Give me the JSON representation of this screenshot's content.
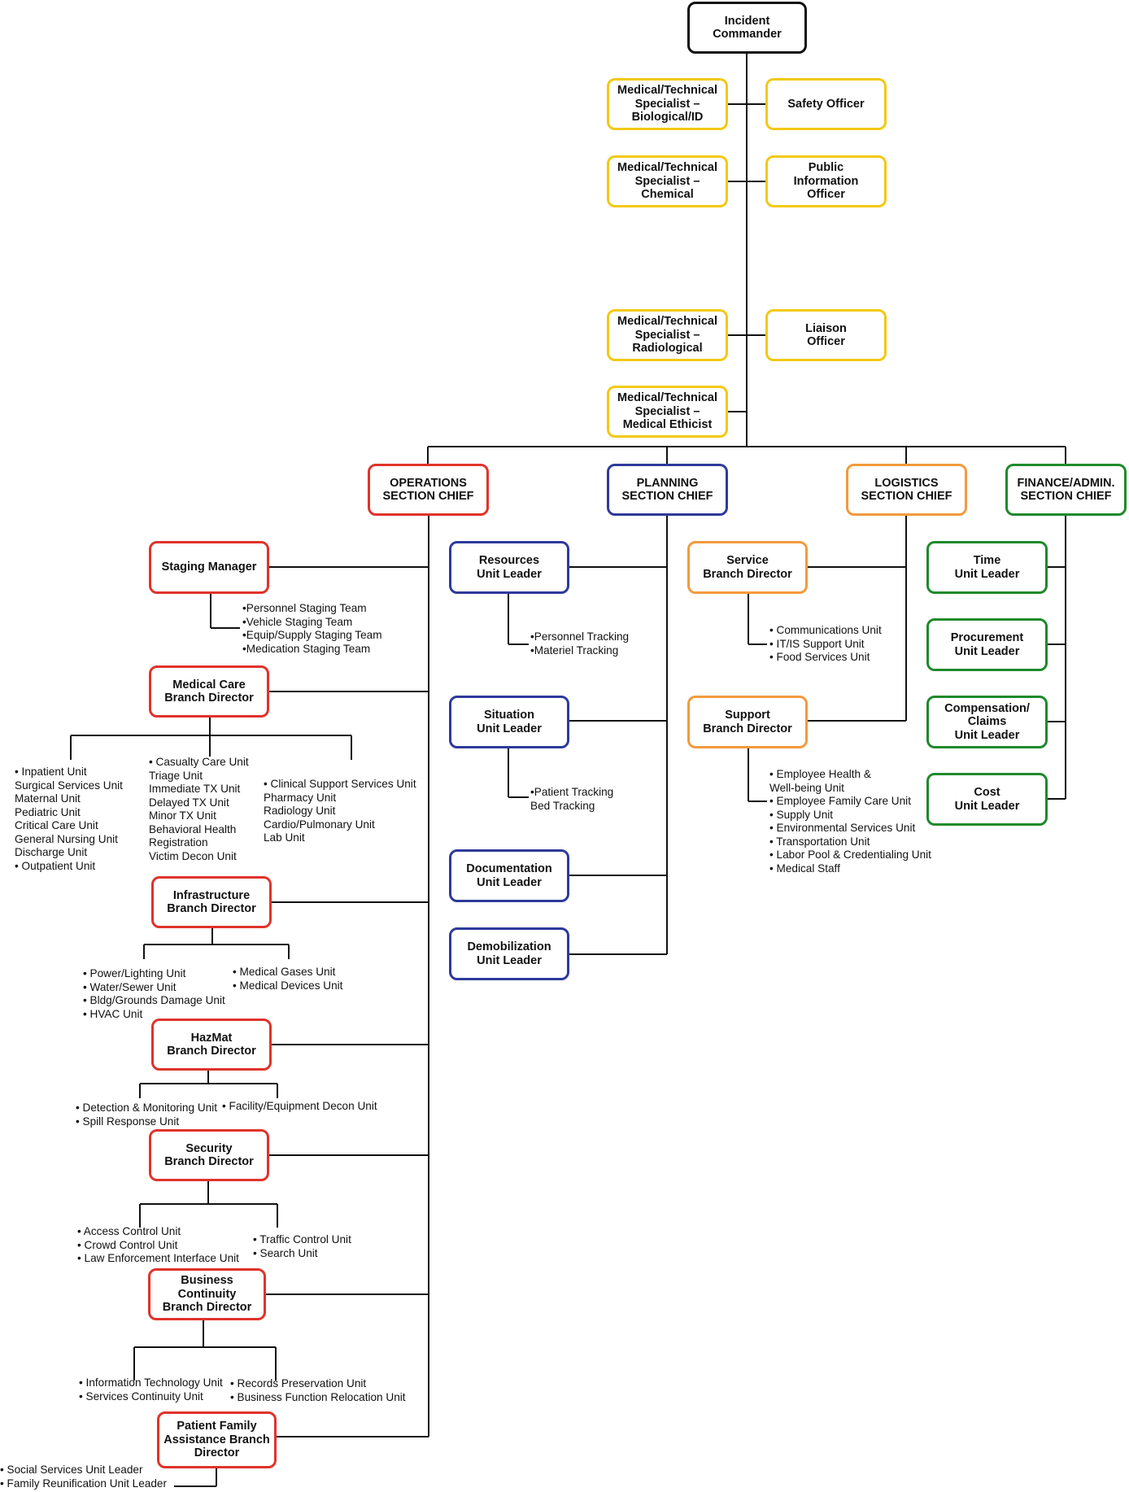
{
  "colors": {
    "command": "#111111",
    "command_staff": "#f2c913",
    "operations": "#e0332b",
    "planning": "#2e3a9b",
    "logistics": "#f39a3d",
    "finance": "#1f8a2b",
    "connector": "#111111"
  },
  "boxes": {
    "incident_commander": "Incident\nCommander",
    "spec_biological": "Medical/Technical\nSpecialist –\nBiological/ID",
    "safety_officer": "Safety Officer",
    "spec_chemical": "Medical/Technical\nSpecialist –\nChemical",
    "public_info_officer": "Public\nInformation\nOfficer",
    "spec_radiological": "Medical/Technical\nSpecialist –\nRadiological",
    "liaison_officer": "Liaison\nOfficer",
    "spec_ethicist": "Medical/Technical\nSpecialist –\nMedical Ethicist",
    "operations_chief": "OPERATIONS\nSECTION CHIEF",
    "planning_chief": "PLANNING\nSECTION CHIEF",
    "logistics_chief": "LOGISTICS\nSECTION CHIEF",
    "finance_chief": "FINANCE/ADMIN.\nSECTION CHIEF",
    "staging_manager": "Staging Manager",
    "medical_care_branch": "Medical Care\nBranch Director",
    "infrastructure_branch": "Infrastructure\nBranch Director",
    "hazmat_branch": "HazMat\nBranch Director",
    "security_branch": "Security\nBranch Director",
    "business_continuity_branch": "Business Continuity\nBranch Director",
    "patient_family_branch": "Patient Family\nAssistance Branch\nDirector",
    "resources_unit": "Resources\nUnit Leader",
    "situation_unit": "Situation\nUnit Leader",
    "documentation_unit": "Documentation\nUnit Leader",
    "demobilization_unit": "Demobilization\nUnit Leader",
    "service_branch": "Service\nBranch Director",
    "support_branch": "Support\nBranch Director",
    "time_unit": "Time\nUnit Leader",
    "procurement_unit": "Procurement\nUnit Leader",
    "compensation_unit": "Compensation/\nClaims\nUnit Leader",
    "cost_unit": "Cost\nUnit Leader"
  },
  "lists": {
    "staging": [
      "•Personnel Staging Team",
      "•Vehicle Staging Team",
      "•Equip/Supply Staging Team",
      "•Medication Staging Team"
    ],
    "medical_a": [
      "•  Inpatient Unit",
      "    Surgical Services Unit",
      "    Maternal Unit",
      "    Pediatric Unit",
      "    Critical Care Unit",
      "    General Nursing Unit",
      "    Discharge Unit",
      "•  Outpatient Unit"
    ],
    "medical_b": [
      "•  Casualty Care Unit",
      "    Triage Unit",
      "    Immediate TX Unit",
      "    Delayed TX Unit",
      "    Minor TX Unit",
      "    Behavioral Health",
      "    Registration",
      "    Victim Decon Unit"
    ],
    "medical_c": [
      "•  Clinical Support Services Unit",
      "    Pharmacy Unit",
      "    Radiology Unit",
      "    Cardio/Pulmonary Unit",
      "    Lab Unit"
    ],
    "infra_a": [
      "•  Power/Lighting Unit",
      "•  Water/Sewer Unit",
      "•  Bldg/Grounds Damage Unit",
      "•  HVAC Unit"
    ],
    "infra_b": [
      "•  Medical Gases Unit",
      "•  Medical Devices Unit"
    ],
    "hazmat_a": [
      "• Detection & Monitoring Unit",
      "• Spill Response Unit"
    ],
    "hazmat_b": [
      "• Facility/Equipment Decon Unit"
    ],
    "security_a": [
      "• Access Control Unit",
      "• Crowd Control Unit",
      "• Law Enforcement Interface Unit"
    ],
    "security_b": [
      "• Traffic Control Unit",
      "• Search Unit"
    ],
    "business_a": [
      "• Information Technology Unit",
      "• Services Continuity Unit"
    ],
    "business_b": [
      "• Records Preservation Unit",
      "• Business Function Relocation Unit"
    ],
    "patient_family": [
      "• Social Services Unit Leader",
      "• Family Reunification Unit Leader"
    ],
    "resources": [
      "•Personnel Tracking",
      "•Materiel Tracking"
    ],
    "situation": [
      "•Patient Tracking",
      "  Bed Tracking"
    ],
    "service": [
      "• Communications Unit",
      "• IT/IS Support Unit",
      "• Food Services Unit"
    ],
    "support": [
      "• Employee Health &",
      "   Well-being Unit",
      "• Employee Family Care Unit",
      "• Supply Unit",
      "• Environmental Services Unit",
      "• Transportation Unit",
      "• Labor Pool & Credentialing Unit",
      "• Medical Staff"
    ]
  }
}
